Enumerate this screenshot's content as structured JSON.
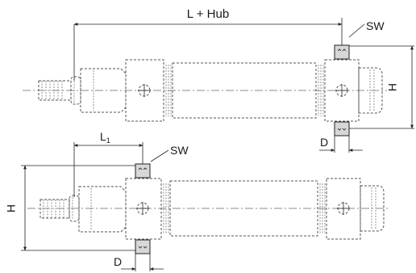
{
  "labels": {
    "stroke_length": "L + Hub",
    "wrench_size_top": "SW",
    "height_top": "H",
    "diameter_top": "D",
    "l1_base": "L",
    "l1_sub": "1",
    "wrench_size_bottom": "SW",
    "height_bottom": "H",
    "diameter_bottom": "D"
  },
  "colors": {
    "line": "#222222",
    "hidden_line": "#555555",
    "wrench_flat_fill": "#d7d7d7"
  }
}
